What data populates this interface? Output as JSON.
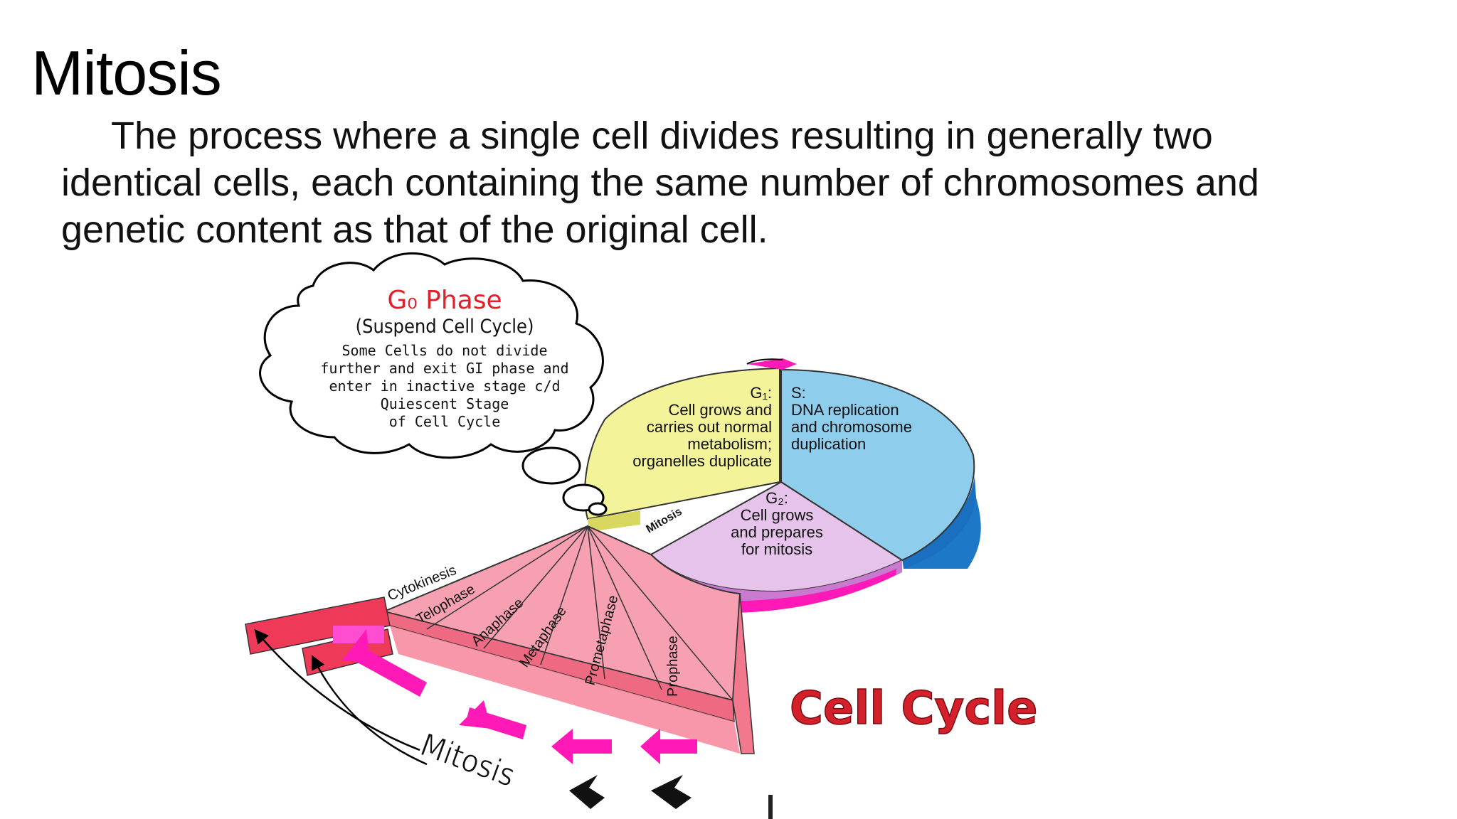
{
  "slide": {
    "title": "Mitosis",
    "body_line1": "The process where a single cell divides resulting in generally two",
    "body_line2": "identical cells, each containing the same number of chromosomes and",
    "body_line3": "genetic content as that of the original cell."
  },
  "diagram": {
    "cloud": {
      "title": "G₀ Phase",
      "subtitle": "(Suspend Cell Cycle)",
      "line1": "Some Cells do not divide",
      "line2": "further and exit GI phase and",
      "line3": "enter in inactive stage c/d",
      "line4": "Quiescent Stage",
      "line5": "of Cell Cycle"
    },
    "g1": {
      "label": "G₁:",
      "line1": "Cell grows and",
      "line2": "carries out normal",
      "line3": "metabolism;",
      "line4": "organelles duplicate"
    },
    "s": {
      "label": "S:",
      "line1": "DNA replication",
      "line2": "and chromosome",
      "line3": "duplication"
    },
    "g2": {
      "label": "G₂:",
      "line1": "Cell grows",
      "line2": "and prepares",
      "line3": "for mitosis"
    },
    "mitosis_wedge_label": "Mitosis",
    "phases": [
      "Cytokinesis",
      "Telophase",
      "Anaphase",
      "Metaphase",
      "Prometaphase",
      "Prophase"
    ],
    "bottom_label": "Mitosis",
    "cell_cycle_label": "Cell Cycle",
    "colors": {
      "g1": "#f3f39a",
      "s": "#87c8ea",
      "g2": "#e6bfe6",
      "mitosis": "#f58aa0",
      "mitosis_dark": "#e8556f",
      "arrow": "#ff1ab8",
      "cell_cycle_text": "#d4202a",
      "cloud_title": "#e0202a"
    }
  }
}
